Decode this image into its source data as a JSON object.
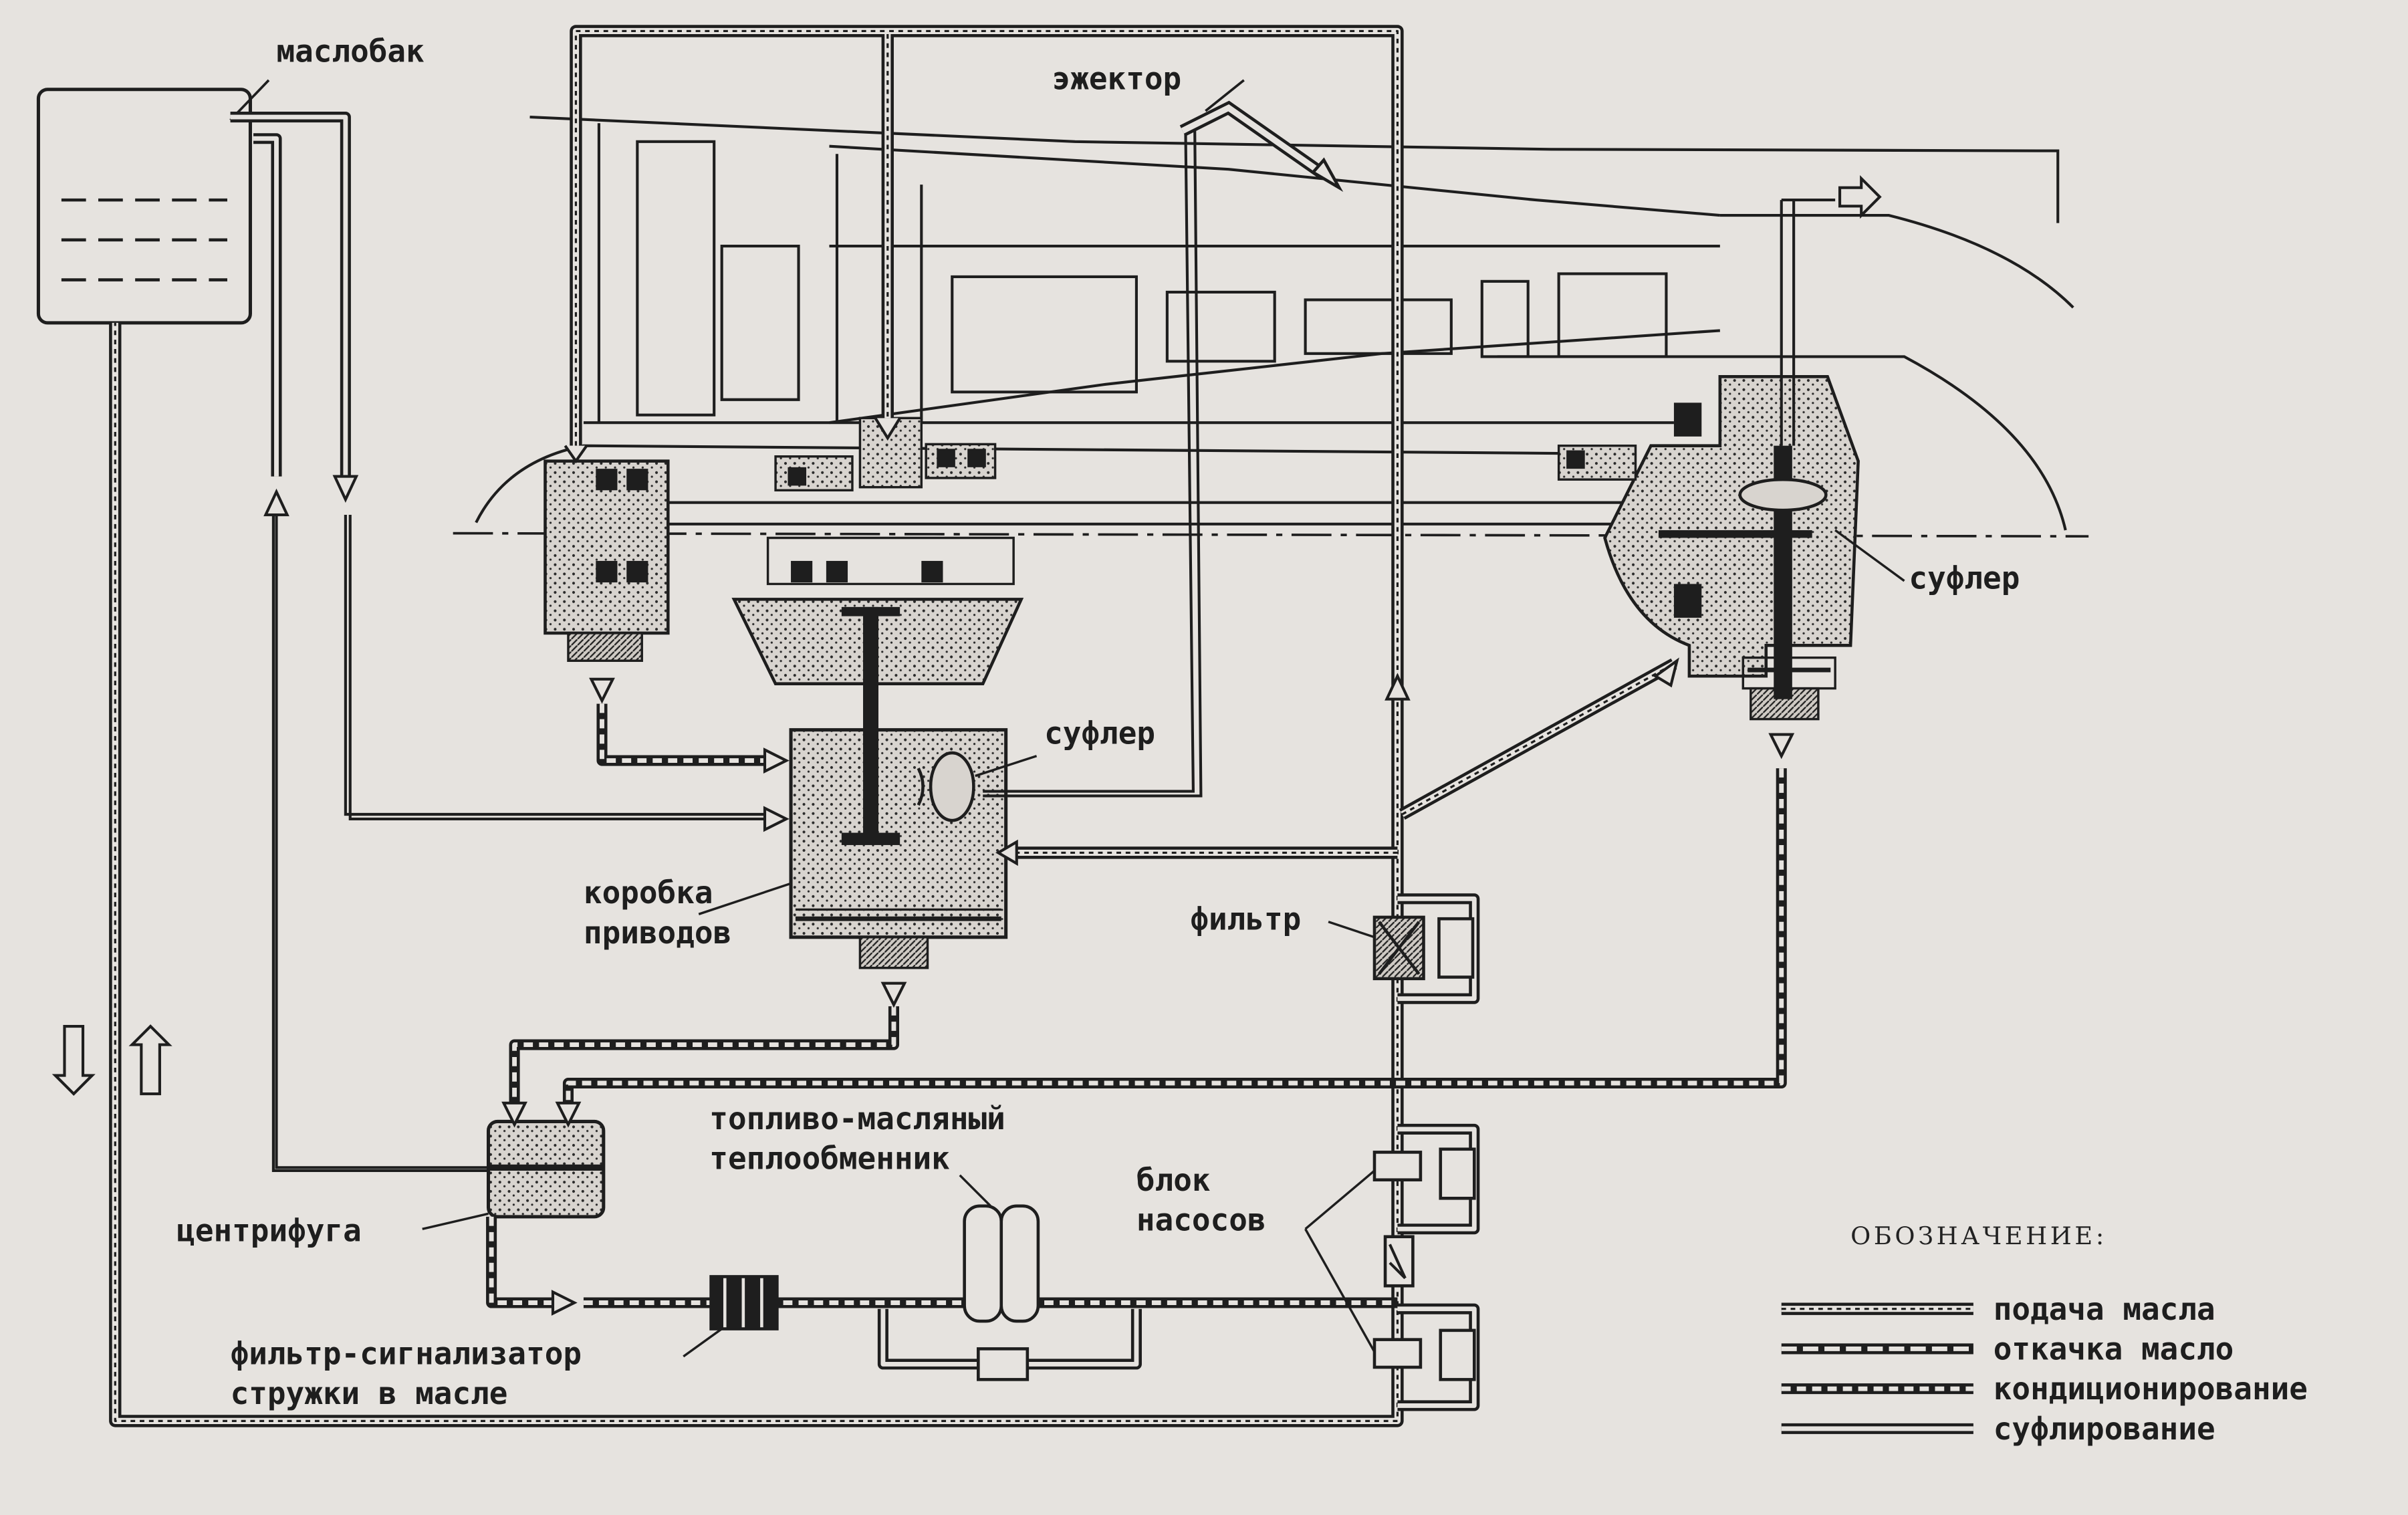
{
  "labels": {
    "maslobak": "маслобак",
    "ezhektor": "эжектор",
    "sufler_right": "суфлер",
    "sufler_center": "суфлер",
    "korobka_1": "коробка",
    "korobka_2": "приводов",
    "filtr": "фильтр",
    "teploobmennik_1": "топливо-масляный",
    "teploobmennik_2": "теплообменник",
    "blok_1": "блок",
    "blok_2": "насосов",
    "centrifuga": "центрифуга",
    "filtr_signal_1": "фильтр-сигнализатор",
    "filtr_signal_2": "стружки в масле"
  },
  "legend": {
    "title": "ОБОЗНАЧЕНИЕ:",
    "items": [
      {
        "key": "supply",
        "label": "подача масла"
      },
      {
        "key": "scavenge",
        "label": "откачка масло"
      },
      {
        "key": "conditioning",
        "label": "кондиционирование"
      },
      {
        "key": "breather",
        "label": "суфлирование"
      }
    ]
  },
  "colors": {
    "background": "#e6e3df",
    "line": "#1e1e1e",
    "paper": "#e6e3df"
  }
}
